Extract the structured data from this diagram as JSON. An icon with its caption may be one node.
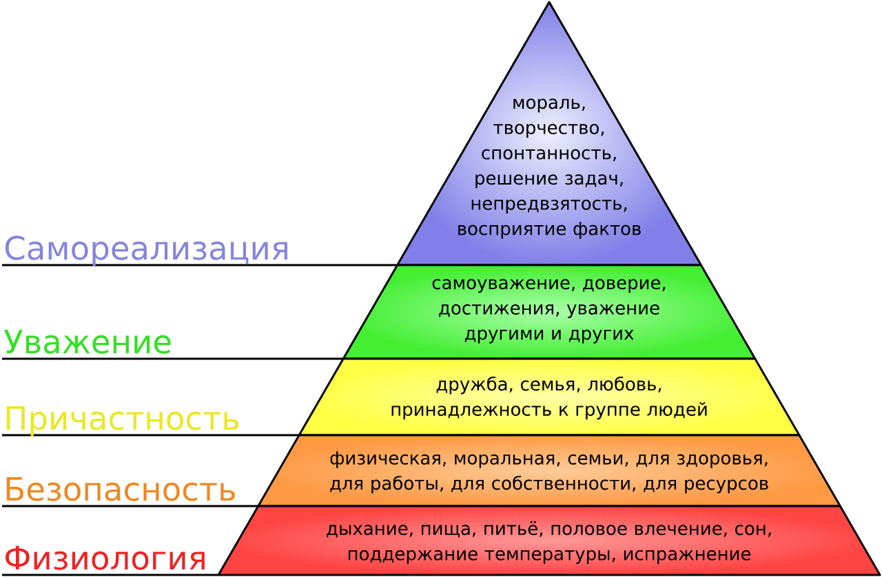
{
  "diagram": {
    "nodes": [
      {
        "text": [
          "мораль, творчество, спонтанность, решение задач, непредвзятость, восприятие фактов"
        ]
      },
      {
        "text": [
          "самоуважение, доверие, достижения, уважение другими и других"
        ]
      },
      {
        "text": [
          "дружба, семья, любовь, принадлежность к группе людей"
        ]
      },
      {
        "text": [
          "физическая, моральная, семьи, для здоровья, для работы, для собственности, для ресурсов"
        ]
      },
      {
        "text": [
          "дыхание, пища, питьё, половое влечение, сон, поддержание температуры, испражнение"
        ]
      }
    ],
    "edges": [],
    "labels": [
      "Самореализация",
      "Уважение",
      "Причастность",
      "Безопасность",
      "Физиология"
    ]
  }
}
